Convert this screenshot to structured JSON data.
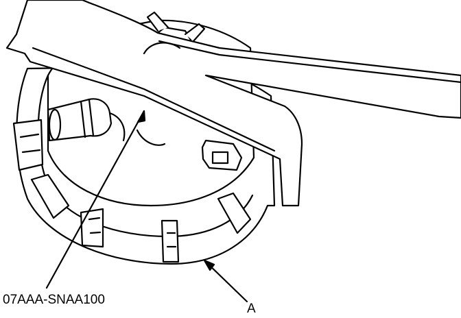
{
  "callouts": {
    "tool_part_number": "07AAA-SNAA100",
    "item_a": "A"
  },
  "colors": {
    "line": "#000000",
    "fill": "#ffffff"
  },
  "subject": "special-tool-wrench-on-fuel-pump-locknut"
}
